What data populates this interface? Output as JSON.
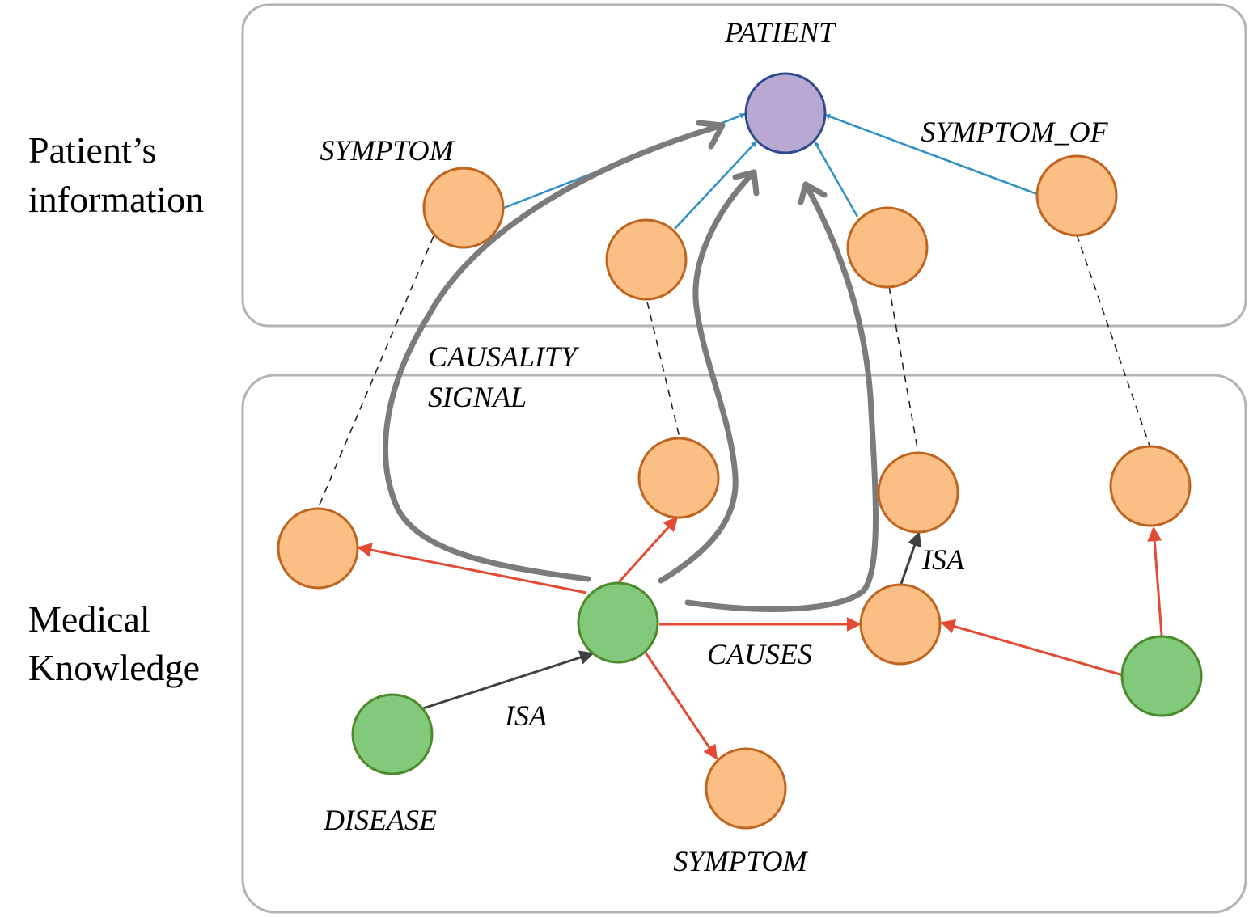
{
  "sections": {
    "patient_info": [
      "Patient’s",
      "information"
    ],
    "medical_knowledge": [
      "Medical",
      "Knowledge"
    ]
  },
  "labels": {
    "patient": "PATIENT",
    "symptom_top": "SYMPTOM",
    "symptom_of": "SYMPTOM_OF",
    "causality_signal": [
      "CAUSALITY",
      "SIGNAL"
    ],
    "isa_right": "ISA",
    "causes": "CAUSES",
    "isa_bottom": "ISA",
    "disease": "DISEASE",
    "symptom_bottom": "SYMPTOM"
  },
  "colors": {
    "symptom_fill": "#fbbf86",
    "symptom_stroke": "#c0651f",
    "disease_fill": "#82c97b",
    "disease_stroke": "#4e8a2c",
    "patient_fill": "#b9a9d2",
    "patient_stroke": "#2e4b8f",
    "symptom_of_edge": "#2e8fc6",
    "causes_edge": "#e24a33",
    "isa_edge": "#404040",
    "causality_signal": "#7b7b7b"
  }
}
